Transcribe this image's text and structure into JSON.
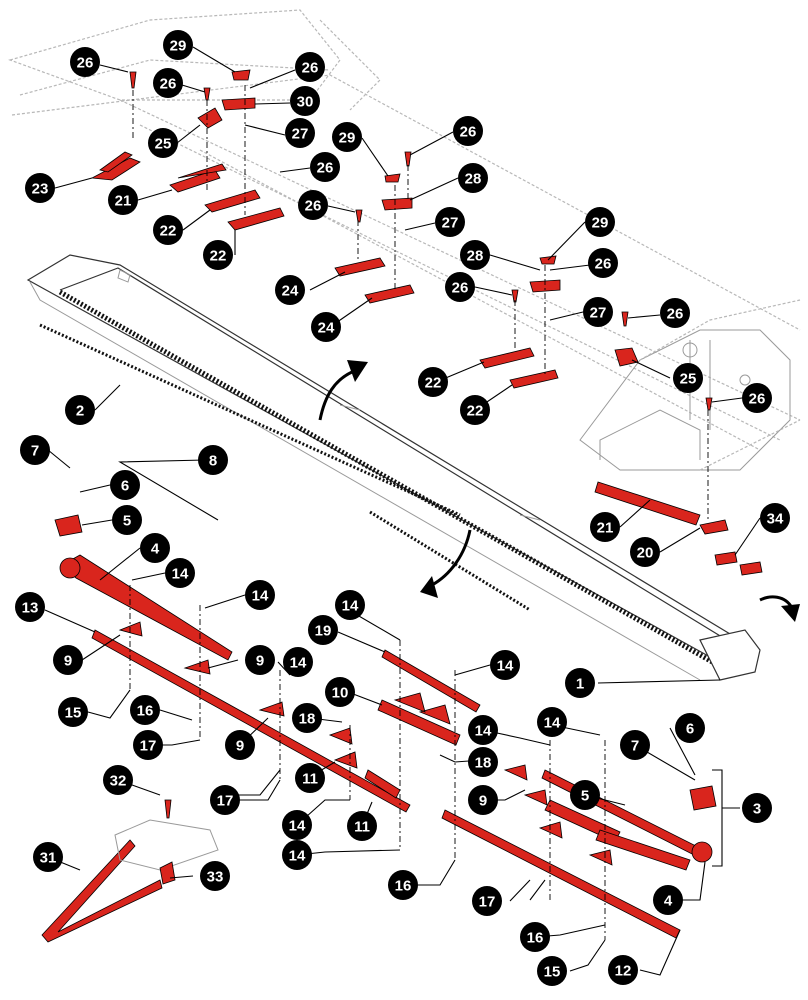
{
  "colors": {
    "part_red": "#d9251d",
    "callout_bg": "#000000",
    "callout_text": "#ffffff"
  },
  "callouts": [
    {
      "id": "c26a",
      "label": "26"
    },
    {
      "id": "c29a",
      "label": "29"
    },
    {
      "id": "c26b",
      "label": "26"
    },
    {
      "id": "c26c",
      "label": "26"
    },
    {
      "id": "c30",
      "label": "30"
    },
    {
      "id": "c25a",
      "label": "25"
    },
    {
      "id": "c27a",
      "label": "27"
    },
    {
      "id": "c29b",
      "label": "29"
    },
    {
      "id": "c26d",
      "label": "26"
    },
    {
      "id": "c23",
      "label": "23"
    },
    {
      "id": "c26e",
      "label": "26"
    },
    {
      "id": "c28a",
      "label": "28"
    },
    {
      "id": "c21a",
      "label": "21"
    },
    {
      "id": "c26f",
      "label": "26"
    },
    {
      "id": "c22a",
      "label": "22"
    },
    {
      "id": "c22b",
      "label": "22"
    },
    {
      "id": "c27b",
      "label": "27"
    },
    {
      "id": "c29c",
      "label": "29"
    },
    {
      "id": "c28b",
      "label": "28"
    },
    {
      "id": "c26g",
      "label": "26"
    },
    {
      "id": "c26h",
      "label": "26"
    },
    {
      "id": "c24a",
      "label": "24"
    },
    {
      "id": "c27c",
      "label": "27"
    },
    {
      "id": "c26i",
      "label": "26"
    },
    {
      "id": "c24b",
      "label": "24"
    },
    {
      "id": "c25b",
      "label": "25"
    },
    {
      "id": "c22c",
      "label": "22"
    },
    {
      "id": "c26j",
      "label": "26"
    },
    {
      "id": "c22d",
      "label": "22"
    },
    {
      "id": "c2",
      "label": "2"
    },
    {
      "id": "c7a",
      "label": "7"
    },
    {
      "id": "c8",
      "label": "8"
    },
    {
      "id": "c6a",
      "label": "6"
    },
    {
      "id": "c5a",
      "label": "5"
    },
    {
      "id": "c21b",
      "label": "21"
    },
    {
      "id": "c34",
      "label": "34"
    },
    {
      "id": "c4a",
      "label": "4"
    },
    {
      "id": "c20",
      "label": "20"
    },
    {
      "id": "c14a",
      "label": "14"
    },
    {
      "id": "c14b",
      "label": "14"
    },
    {
      "id": "c13",
      "label": "13"
    },
    {
      "id": "c14c",
      "label": "14"
    },
    {
      "id": "c19",
      "label": "19"
    },
    {
      "id": "c14d",
      "label": "14"
    },
    {
      "id": "c9a",
      "label": "9"
    },
    {
      "id": "c9b",
      "label": "9"
    },
    {
      "id": "c1",
      "label": "1"
    },
    {
      "id": "c14e",
      "label": "14"
    },
    {
      "id": "c10",
      "label": "10"
    },
    {
      "id": "c15a",
      "label": "15"
    },
    {
      "id": "c16a",
      "label": "16"
    },
    {
      "id": "c18a",
      "label": "18"
    },
    {
      "id": "c9c",
      "label": "9"
    },
    {
      "id": "c14f",
      "label": "14"
    },
    {
      "id": "c14g",
      "label": "14"
    },
    {
      "id": "c6b",
      "label": "6"
    },
    {
      "id": "c17a",
      "label": "17"
    },
    {
      "id": "c11a",
      "label": "11"
    },
    {
      "id": "c18b",
      "label": "18"
    },
    {
      "id": "c7b",
      "label": "7"
    },
    {
      "id": "c9d",
      "label": "9"
    },
    {
      "id": "c5b",
      "label": "5"
    },
    {
      "id": "c3",
      "label": "3"
    },
    {
      "id": "c32",
      "label": "32"
    },
    {
      "id": "c17b",
      "label": "17"
    },
    {
      "id": "c14h",
      "label": "14"
    },
    {
      "id": "c11b",
      "label": "11"
    },
    {
      "id": "c14i",
      "label": "14"
    },
    {
      "id": "c31",
      "label": "31"
    },
    {
      "id": "c33",
      "label": "33"
    },
    {
      "id": "c16b",
      "label": "16"
    },
    {
      "id": "c4b",
      "label": "4"
    },
    {
      "id": "c17c",
      "label": "17"
    },
    {
      "id": "c16c",
      "label": "16"
    },
    {
      "id": "c15b",
      "label": "15"
    },
    {
      "id": "c12",
      "label": "12"
    }
  ]
}
